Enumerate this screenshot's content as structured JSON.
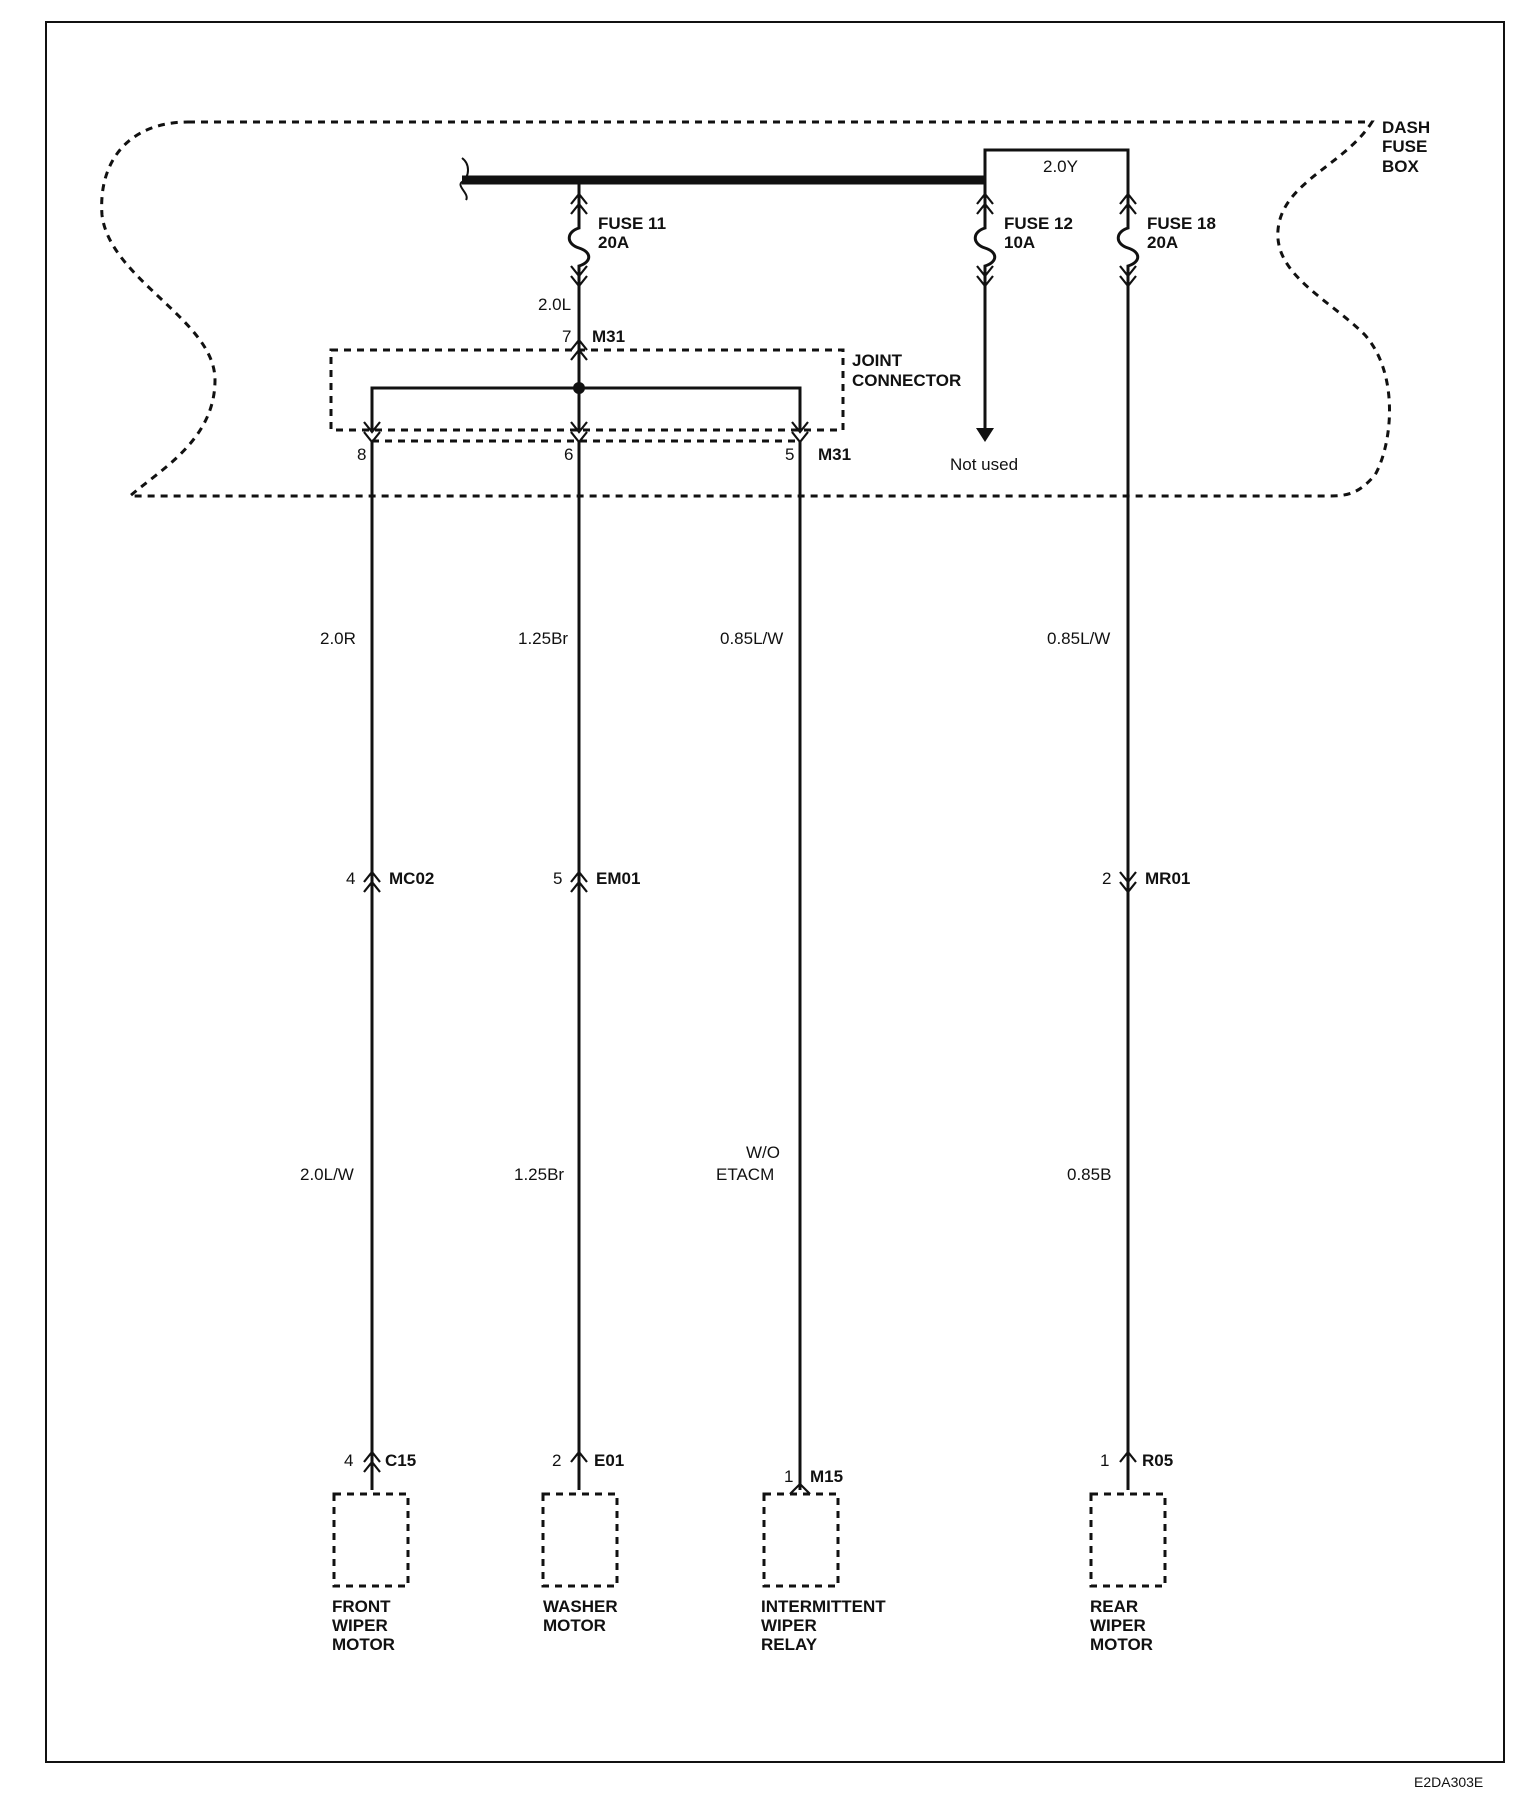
{
  "fuse_box": {
    "label": [
      "DASH",
      "FUSE",
      "BOX"
    ]
  },
  "fuses": {
    "fuse11": {
      "name": "FUSE 11",
      "rating": "20A"
    },
    "fuse12": {
      "name": "FUSE 12",
      "rating": "10A"
    },
    "fuse18": {
      "name": "FUSE 18",
      "rating": "20A"
    }
  },
  "wires": {
    "top_link": "2.0Y",
    "feed_joint": "2.0L",
    "front_upper": "2.0R",
    "washer_upper": "1.25Br",
    "relay_upper": "0.85L/W",
    "rear_upper": "0.85L/W",
    "front_lower": "2.0L/W",
    "washer_lower": "1.25Br",
    "rear_lower": "0.85B"
  },
  "relay_note": [
    "W/O",
    "ETACM"
  ],
  "joint_connector": {
    "label": [
      "JOINT",
      "CONNECTOR"
    ],
    "input_pin": "7",
    "input_id": "M31",
    "out_pins": [
      "8",
      "6",
      "5"
    ],
    "out_id": "M31"
  },
  "not_used": "Not used",
  "inline_connectors": [
    {
      "pin": "4",
      "id": "MC02"
    },
    {
      "pin": "5",
      "id": "EM01"
    },
    {
      "pin": "2",
      "id": "MR01"
    }
  ],
  "components": [
    {
      "pin": "4",
      "connector": "C15",
      "label": [
        "FRONT",
        "WIPER",
        "MOTOR"
      ]
    },
    {
      "pin": "2",
      "connector": "E01",
      "label": [
        "WASHER",
        "MOTOR"
      ]
    },
    {
      "pin": "1",
      "connector": "M15",
      "label": [
        "INTERMITTENT",
        "WIPER",
        "RELAY"
      ]
    },
    {
      "pin": "1",
      "connector": "R05",
      "label": [
        "REAR",
        "WIPER",
        "MOTOR"
      ]
    }
  ],
  "diagram_code": "E2DA303E"
}
